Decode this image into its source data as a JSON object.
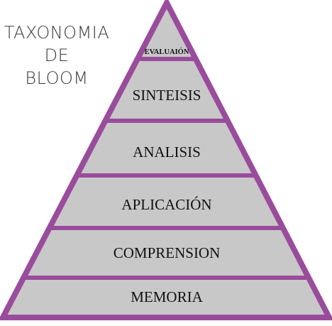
{
  "title": {
    "line1": "TAXONOMIA",
    "line2": "DE",
    "line3": "BLOOM"
  },
  "colors": {
    "fill": "#c9c8c9",
    "stroke": "#9a4c9c",
    "text": "#111111"
  },
  "levels": [
    {
      "label": "EVALUAIÓN"
    },
    {
      "label": "SINTEISIS"
    },
    {
      "label": "ANALISIS"
    },
    {
      "label": "APLICACIÓN"
    },
    {
      "label": "COMPRENSION"
    },
    {
      "label": "MEMORIA"
    }
  ]
}
